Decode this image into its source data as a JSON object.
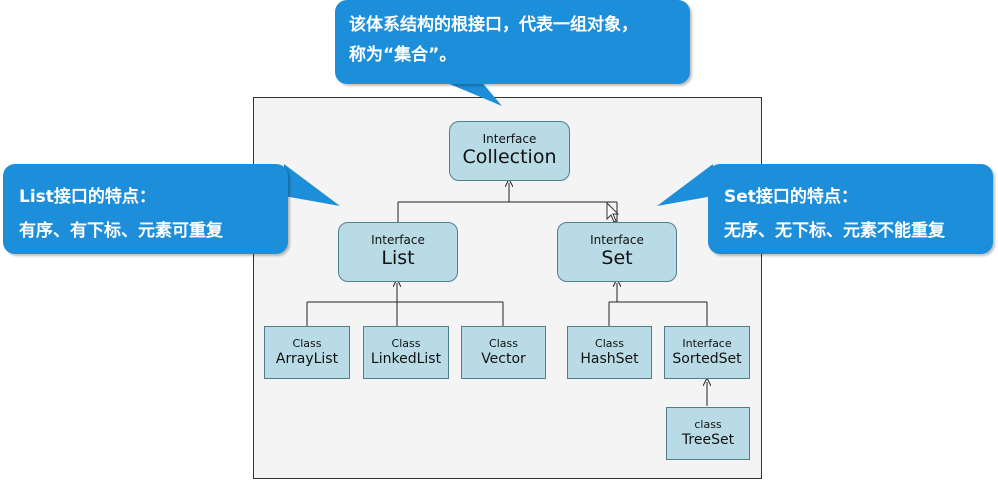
{
  "callouts": {
    "root": {
      "line1": "该体系结构的根接口，代表一组对象，",
      "line2": "称为“集合”。"
    },
    "list": {
      "line1": "List接口的特点：",
      "line2": "有序、有下标、元素可重复"
    },
    "set": {
      "line1": "Set接口的特点：",
      "line2": "无序、无下标、元素不能重复"
    }
  },
  "colors": {
    "callout_fill": "#1d8ed9",
    "node_fill": "#b9dbe6",
    "node_border": "#4f7f8f",
    "frame_fill": "#f4f4f4"
  },
  "nodes": {
    "collection": {
      "kind": "Interface",
      "name": "Collection"
    },
    "list": {
      "kind": "Interface",
      "name": "List"
    },
    "set": {
      "kind": "Interface",
      "name": "Set"
    },
    "arraylist": {
      "kind": "Class",
      "name": "ArrayList"
    },
    "linkedlist": {
      "kind": "Class",
      "name": "LinkedList"
    },
    "vector": {
      "kind": "Class",
      "name": "Vector"
    },
    "hashset": {
      "kind": "Class",
      "name": "HashSet"
    },
    "sortedset": {
      "kind": "Interface",
      "name": "SortedSet"
    },
    "treeset": {
      "kind": "class",
      "name": "TreeSet"
    }
  },
  "edges": [
    {
      "from": "list",
      "to": "collection"
    },
    {
      "from": "set",
      "to": "collection"
    },
    {
      "from": "arraylist",
      "to": "list"
    },
    {
      "from": "linkedlist",
      "to": "list"
    },
    {
      "from": "vector",
      "to": "list"
    },
    {
      "from": "hashset",
      "to": "set"
    },
    {
      "from": "sortedset",
      "to": "set"
    },
    {
      "from": "treeset",
      "to": "sortedset"
    }
  ]
}
